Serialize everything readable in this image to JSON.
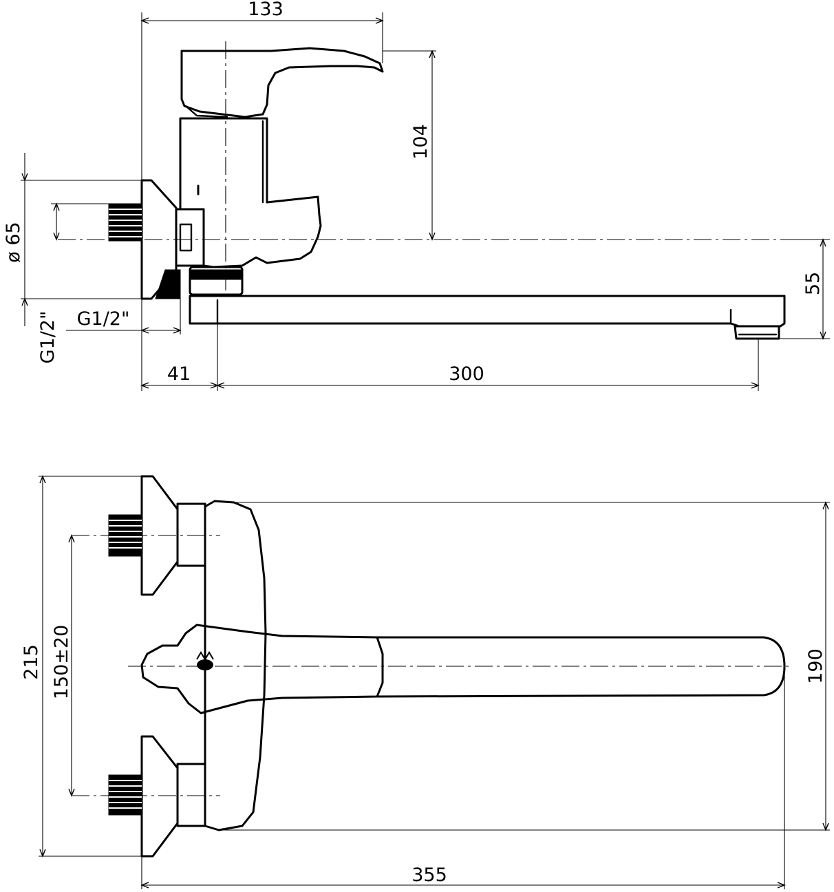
{
  "drawing": {
    "side_view": {
      "dimensions": {
        "top_width": "133",
        "handle_height": "104",
        "flange_diameter": "ø 65",
        "outlet_height": "55",
        "thread_left": "G1/2\"",
        "thread_horizontal": "G1/2\"",
        "wall_offset": "41",
        "spout_length": "300"
      }
    },
    "top_view": {
      "dimensions": {
        "overall_height": "215",
        "inlet_spacing": "150±20",
        "spout_span": "190",
        "overall_length": "355"
      }
    }
  }
}
